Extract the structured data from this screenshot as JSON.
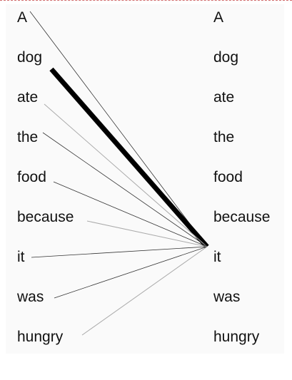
{
  "left_words": [
    "A",
    "dog",
    "ate",
    "the",
    "food",
    "because",
    "it",
    "was",
    "hungry"
  ],
  "right_words": [
    "A",
    "dog",
    "ate",
    "the",
    "food",
    "because",
    "it",
    "was",
    "hungry"
  ],
  "target_word": "it",
  "attention": [
    {
      "source": "A",
      "weight": 0.1,
      "color": "#333333"
    },
    {
      "source": "dog",
      "weight": 1.0,
      "color": "#000000"
    },
    {
      "source": "ate",
      "weight": 0.1,
      "color": "#aaaaaa"
    },
    {
      "source": "the",
      "weight": 0.1,
      "color": "#333333"
    },
    {
      "source": "food",
      "weight": 0.1,
      "color": "#333333"
    },
    {
      "source": "because",
      "weight": 0.1,
      "color": "#aaaaaa"
    },
    {
      "source": "it",
      "weight": 0.1,
      "color": "#333333"
    },
    {
      "source": "was",
      "weight": 0.1,
      "color": "#333333"
    },
    {
      "source": "hungry",
      "weight": 0.1,
      "color": "#aaaaaa"
    }
  ]
}
